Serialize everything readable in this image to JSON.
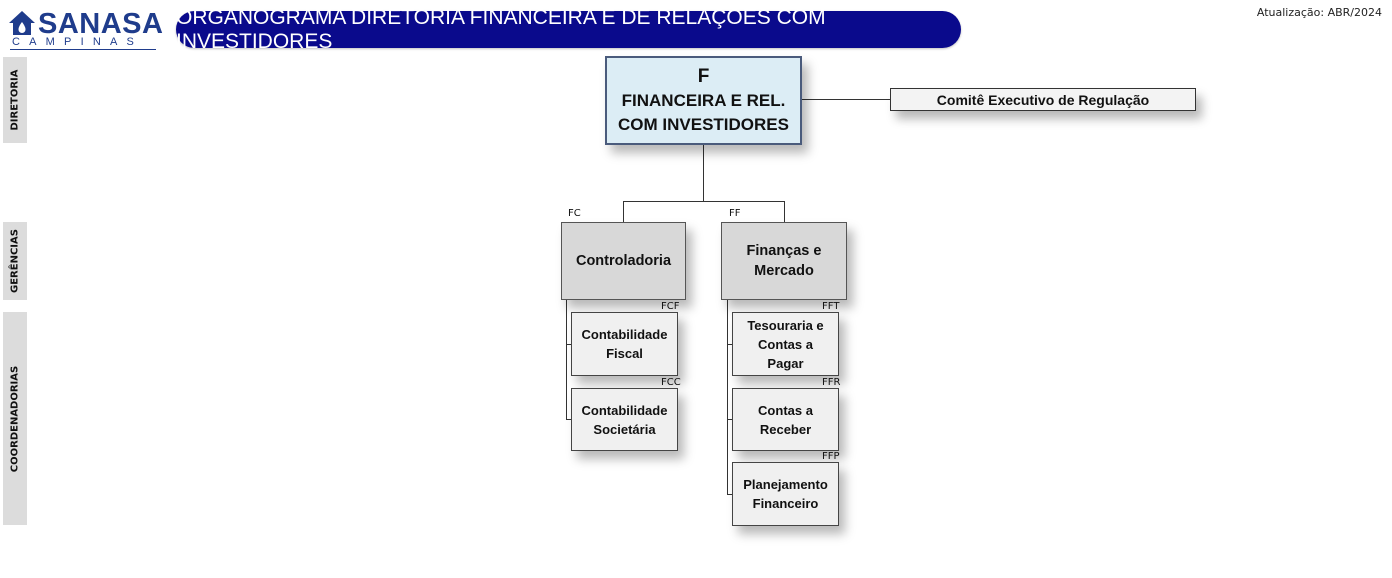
{
  "header": {
    "logo": {
      "brand": "SANASA",
      "subtitle": "CAMPINAS",
      "icon": "house-icon",
      "color": "#1f3c8c"
    },
    "title": "ORGANOGRAMA DIRETORIA FINANCEIRA E DE RELAÇÕES COM INVESTIDORES",
    "title_bg": "#0a0a8c",
    "update_label": "Atualização: ABR/2024"
  },
  "levels": [
    {
      "label": "DIRETORIA"
    },
    {
      "label": "GERÊNCIAS"
    },
    {
      "label": "COORDENADORIAS"
    }
  ],
  "diretoria": {
    "code": "F",
    "line1": "FINANCEIRA E REL.",
    "line2": "COM INVESTIDORES",
    "fill": "#dcedf5",
    "committee": "Comitê Executivo de Regulação"
  },
  "gerencias": [
    {
      "code": "FC",
      "name": "Controladoria",
      "coordenadorias": [
        {
          "code": "FCF",
          "name": "Contabilidade Fiscal"
        },
        {
          "code": "FCC",
          "name": "Contabilidade Societária"
        }
      ]
    },
    {
      "code": "FF",
      "name": "Finanças e Mercado",
      "coordenadorias": [
        {
          "code": "FFT",
          "name": "Tesouraria e Contas a Pagar"
        },
        {
          "code": "FFR",
          "name": "Contas a Receber"
        },
        {
          "code": "FFP",
          "name": "Planejamento Financeiro"
        }
      ]
    }
  ]
}
